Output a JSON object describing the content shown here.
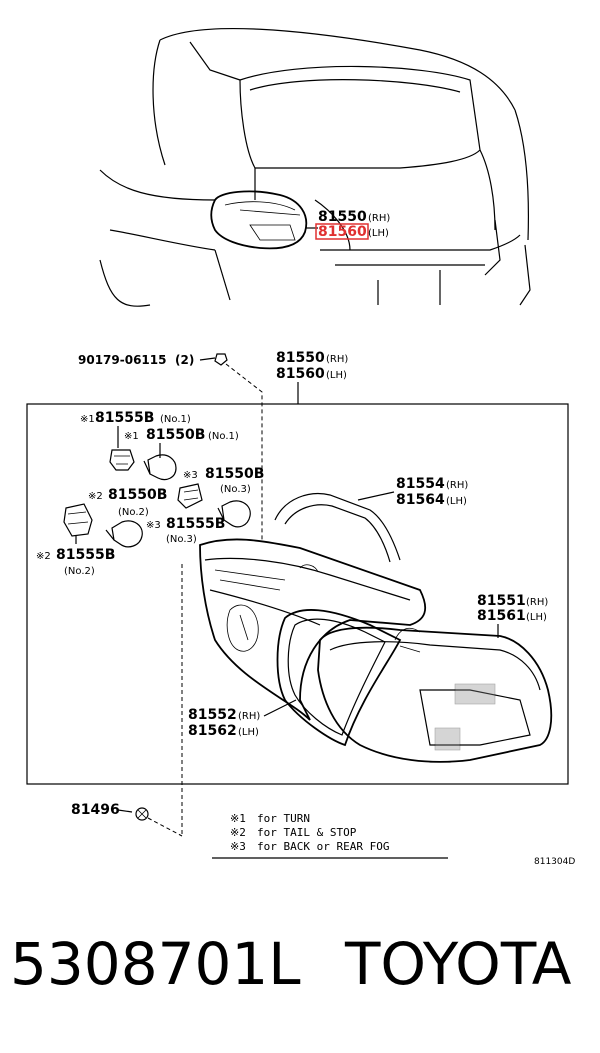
{
  "car_labels": {
    "rh_code": "81550",
    "rh_side": "(RH)",
    "lh_code": "81560",
    "lh_side": "(LH)",
    "highlight_color": "#e03030"
  },
  "parts": {
    "bolt": {
      "code": "90179-06115",
      "qty": "(2)"
    },
    "assy_rh": {
      "code": "81550",
      "side": "(RH)"
    },
    "assy_lh": {
      "code": "81560",
      "side": "(LH)"
    },
    "socket_no1": {
      "mark": "※1",
      "code": "81555B",
      "note": "(No.1)"
    },
    "bulb_no1": {
      "mark": "※1",
      "code": "81550B",
      "note": "(No.1)"
    },
    "bulb_no3": {
      "mark": "※3",
      "code": "81550B",
      "note": "(No.3)"
    },
    "bulb_no2": {
      "mark": "※2",
      "code": "81550B",
      "note": "(No.2)"
    },
    "socket_no3": {
      "mark": "※3",
      "code": "81555B",
      "note": "(No.3)"
    },
    "socket_no2": {
      "mark": "※2",
      "code": "81555B",
      "note": "(No.2)"
    },
    "gasket_rh": {
      "code": "81554",
      "side": "(RH)"
    },
    "gasket_lh": {
      "code": "81564",
      "side": "(LH)"
    },
    "lens_rh": {
      "code": "81551",
      "side": "(RH)"
    },
    "lens_lh": {
      "code": "81561",
      "side": "(LH)"
    },
    "body_rh": {
      "code": "81552",
      "side": "(RH)"
    },
    "body_lh": {
      "code": "81562",
      "side": "(LH)"
    },
    "clip": {
      "code": "81496"
    }
  },
  "legend": [
    {
      "mark": "※1",
      "text": "for TURN"
    },
    {
      "mark": "※2",
      "text": "for TAIL & STOP"
    },
    {
      "mark": "※3",
      "text": "for BACK or REAR FOG"
    }
  ],
  "diagram_code": "811304D",
  "footer": {
    "part_number": "5308701L",
    "brand": "TOYOTA"
  }
}
